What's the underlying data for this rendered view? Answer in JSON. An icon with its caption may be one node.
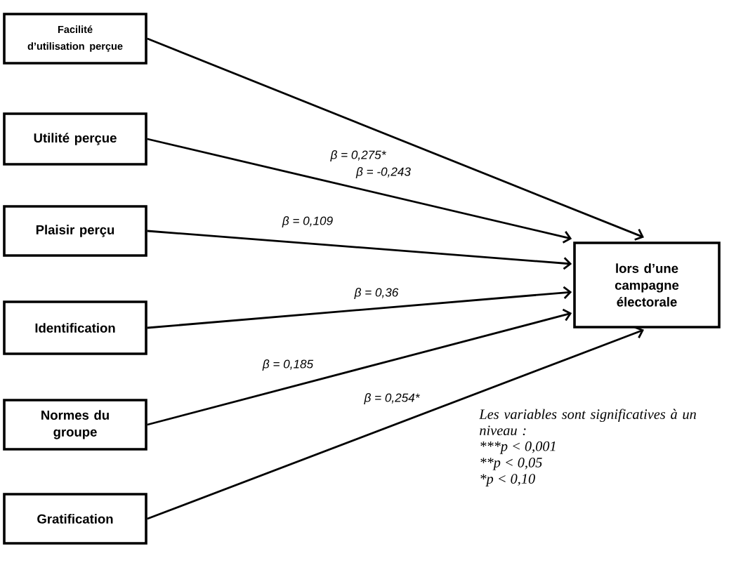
{
  "diagram": {
    "nodes": [
      {
        "text": [
          "Facilité d’utilisation perçue"
        ]
      },
      {
        "text": [
          "Utilité perçue"
        ]
      },
      {
        "text": [
          "Plaisir perçu"
        ]
      },
      {
        "text": [
          "Identification"
        ]
      },
      {
        "text": [
          "Normes du groupe"
        ]
      },
      {
        "text": [
          "Gratification"
        ]
      },
      {
        "text": [
          "lors d’une campagne électorale"
        ]
      }
    ],
    "edges": [
      {
        "from": 0,
        "to": 6,
        "arrow": "to",
        "label": "β = 0,275*"
      },
      {
        "from": 1,
        "to": 6,
        "arrow": "to",
        "label": "β = -0,243"
      },
      {
        "from": 2,
        "to": 6,
        "arrow": "to",
        "label": "β = 0,109"
      },
      {
        "from": 3,
        "to": 6,
        "arrow": "to",
        "label": "β = 0,36"
      },
      {
        "from": 4,
        "to": 6,
        "arrow": "to",
        "label": "β = 0,185"
      },
      {
        "from": 5,
        "to": 6,
        "arrow": "to",
        "label": "β = 0,254*"
      }
    ],
    "labels": [
      "Les variables sont significatives à un niveau :",
      "***p < 0,001",
      "**p < 0,05",
      "*p < 0,10"
    ]
  }
}
